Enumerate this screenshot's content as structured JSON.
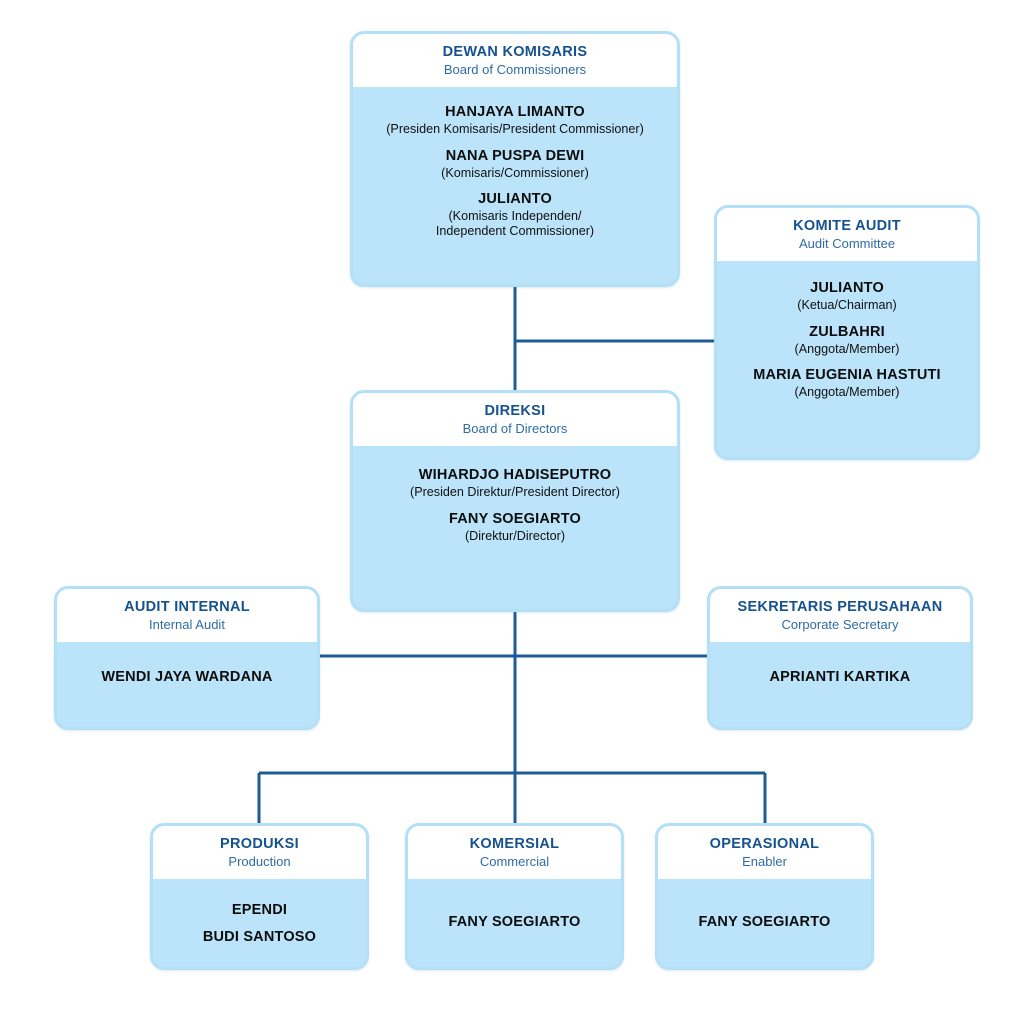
{
  "chart": {
    "type": "org-chart",
    "line_color": "#1f5b94",
    "box_fill": "#bbe3f9",
    "box_border": "#b4e0f7",
    "header_fill": "#ffffff",
    "title_color": "#15528f",
    "subtitle_color": "#2f6ca3",
    "background": "#ffffff"
  },
  "nodes": {
    "dewan_komisaris": {
      "title": "DEWAN KOMISARIS",
      "subtitle": "Board of Commissioners",
      "people": [
        {
          "name": "HANJAYA LIMANTO",
          "role": "(Presiden Komisaris/President Commissioner)"
        },
        {
          "name": "NANA PUSPA DEWI",
          "role": "(Komisaris/Commissioner)"
        },
        {
          "name": "JULIANTO",
          "role": "(Komisaris Independen/\nIndependent Commissioner)"
        }
      ]
    },
    "komite_audit": {
      "title": "KOMITE AUDIT",
      "subtitle": "Audit Committee",
      "people": [
        {
          "name": "JULIANTO",
          "role": "(Ketua/Chairman)"
        },
        {
          "name": "ZULBAHRI",
          "role": "(Anggota/Member)"
        },
        {
          "name": "MARIA EUGENIA HASTUTI",
          "role": "(Anggota/Member)"
        }
      ]
    },
    "direksi": {
      "title": "DIREKSI",
      "subtitle": "Board of Directors",
      "people": [
        {
          "name": "WIHARDJO HADISEPUTRO",
          "role": "(Presiden Direktur/President Director)"
        },
        {
          "name": "FANY SOEGIARTO",
          "role": "(Direktur/Director)"
        }
      ]
    },
    "audit_internal": {
      "title": "AUDIT INTERNAL",
      "subtitle": "Internal Audit",
      "people": [
        {
          "name": "WENDI JAYA WARDANA",
          "role": ""
        }
      ]
    },
    "sekretaris_perusahaan": {
      "title": "SEKRETARIS PERUSAHAAN",
      "subtitle": "Corporate Secretary",
      "people": [
        {
          "name": "APRIANTI KARTIKA",
          "role": ""
        }
      ]
    },
    "produksi": {
      "title": "PRODUKSI",
      "subtitle": "Production",
      "people": [
        {
          "name": "EPENDI",
          "role": ""
        },
        {
          "name": "BUDI SANTOSO",
          "role": ""
        }
      ]
    },
    "komersial": {
      "title": "KOMERSIAL",
      "subtitle": "Commercial",
      "people": [
        {
          "name": "FANY SOEGIARTO",
          "role": ""
        }
      ]
    },
    "operasional": {
      "title": "OPERASIONAL",
      "subtitle": "Enabler",
      "people": [
        {
          "name": "FANY SOEGIARTO",
          "role": ""
        }
      ]
    }
  }
}
